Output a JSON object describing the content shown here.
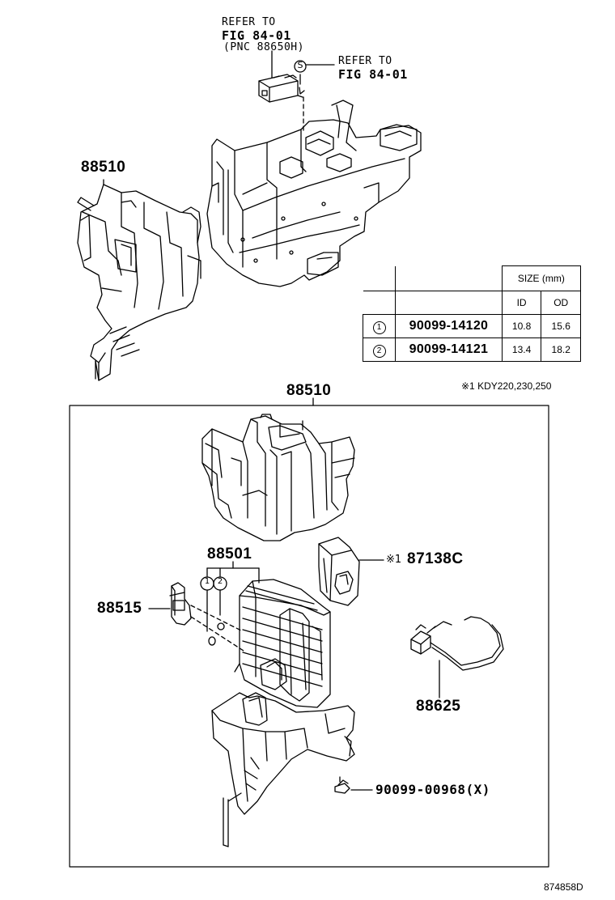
{
  "top": {
    "refer1_line1": "REFER TO",
    "refer1_line2": "FIG 84-01",
    "refer1_line3": "(PNC 88650H)",
    "refer2_line1": "REFER TO",
    "refer2_line2": "FIG 84-01",
    "circle_s": "S",
    "part_88510": "88510"
  },
  "table": {
    "size_header": "SIZE (mm)",
    "col_id": "ID",
    "col_od": "OD",
    "rows": [
      {
        "mark": "1",
        "pn": "90099-14120",
        "id": "10.8",
        "od": "15.6"
      },
      {
        "mark": "2",
        "pn": "90099-14121",
        "id": "13.4",
        "od": "18.2"
      }
    ]
  },
  "note_kdy": "※1 KDY220,230,250",
  "assembly": {
    "part_88510": "88510",
    "part_88501": "88501",
    "circle_1": "1",
    "circle_2": "2",
    "part_88515": "88515",
    "part_87138c_mark": "※1",
    "part_87138c": "87138C",
    "part_88625": "88625",
    "part_90099_00968": "90099-00968(X)"
  },
  "figure_id": "874858D"
}
